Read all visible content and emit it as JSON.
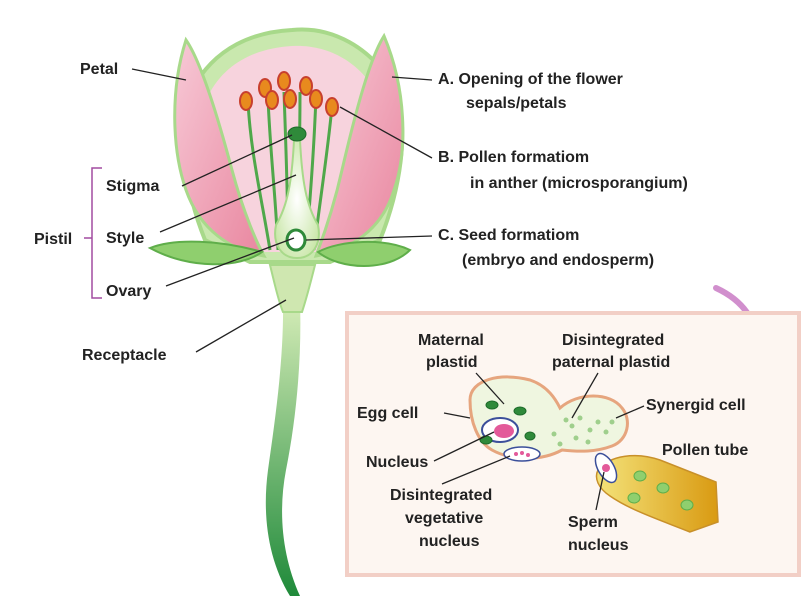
{
  "labels": {
    "petal": "Petal",
    "pistil": "Pistil",
    "stigma": "Stigma",
    "style": "Style",
    "ovary": "Ovary",
    "receptacle": "Receptacle"
  },
  "steps": [
    {
      "letter": "A",
      "line1": ". Opening of the flower",
      "line2": "sepals/petals"
    },
    {
      "letter": "B",
      "line1": ". Pollen formatiom",
      "line2": "in anther (microsporangium)"
    },
    {
      "letter": "C",
      "line1": ". Seed formatiom",
      "line2": "(embryo and endosperm)"
    }
  ],
  "inset": {
    "maternal_plastid_1": "Maternal",
    "maternal_plastid_2": "plastid",
    "disintegrated_paternal_1": "Disintegrated",
    "disintegrated_paternal_2": "paternal plastid",
    "egg_cell": "Egg cell",
    "synergid_cell": "Synergid cell",
    "nucleus": "Nucleus",
    "pollen_tube": "Pollen tube",
    "veg_nucleus_1": "Disintegrated",
    "veg_nucleus_2": "vegetative",
    "veg_nucleus_3": "nucleus",
    "sperm_nucleus_1": "Sperm",
    "sperm_nucleus_2": "nucleus"
  },
  "colors": {
    "petal_pink": "#f2a6bf",
    "petal_green": "#a8d98a",
    "stem_green": "#3a9c3a",
    "inset_border": "#f2cfc6",
    "inset_bg": "#fdf6f1",
    "pistil_bracket": "#a24ba0",
    "arrow": "#c97bc4",
    "pollen_tube": "#e6c21e"
  }
}
